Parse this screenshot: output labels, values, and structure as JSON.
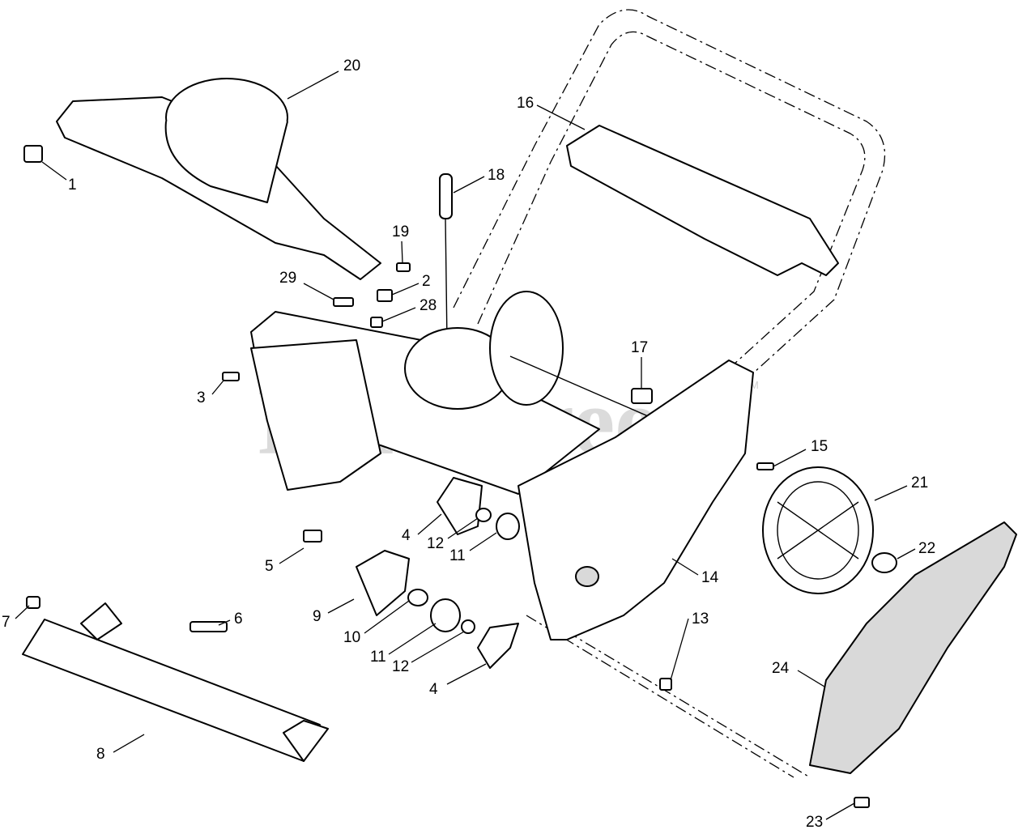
{
  "watermark": {
    "text": "PartsTree",
    "trademark": "TM"
  },
  "callouts": [
    "20",
    "1",
    "16",
    "18",
    "19",
    "29",
    "2",
    "28",
    "17",
    "3",
    "15",
    "21",
    "4",
    "12",
    "11",
    "5",
    "22",
    "14",
    "9",
    "7",
    "6",
    "10",
    "13",
    "11",
    "12",
    "4",
    "24",
    "8",
    "23"
  ]
}
